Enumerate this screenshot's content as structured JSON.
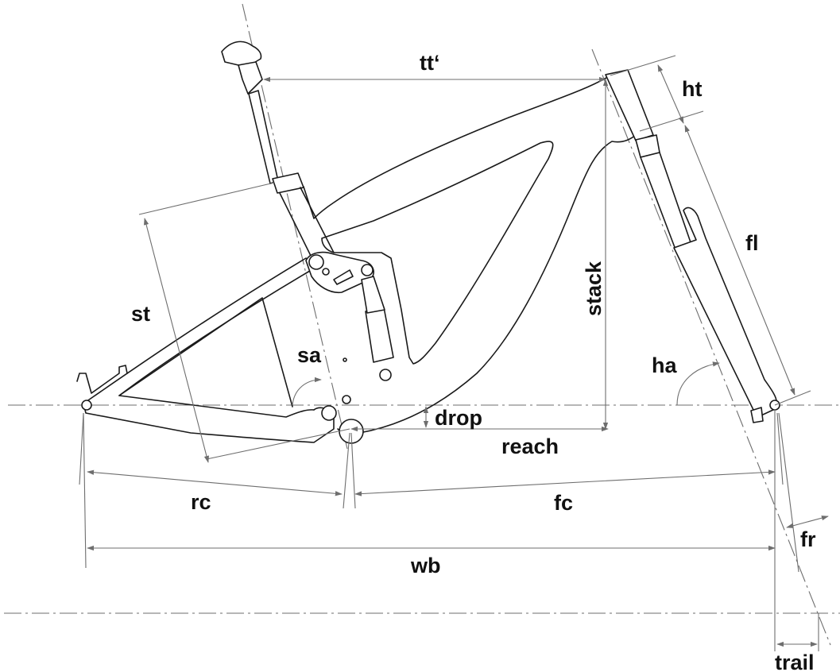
{
  "labels": {
    "top_tube": "tt‘",
    "head_tube": "ht",
    "seat_tube": "st",
    "stack": "stack",
    "fork_length": "fl",
    "seat_angle": "sa",
    "head_angle": "ha",
    "bb_drop": "drop",
    "reach": "reach",
    "chainstay": "rc",
    "front_center": "fc",
    "fork_rake": "fr",
    "wheelbase": "wb",
    "trail": "trail"
  },
  "colors": {
    "frame": "#1a1a1a",
    "dimension": "#6e6e6e",
    "text": "#111111"
  }
}
